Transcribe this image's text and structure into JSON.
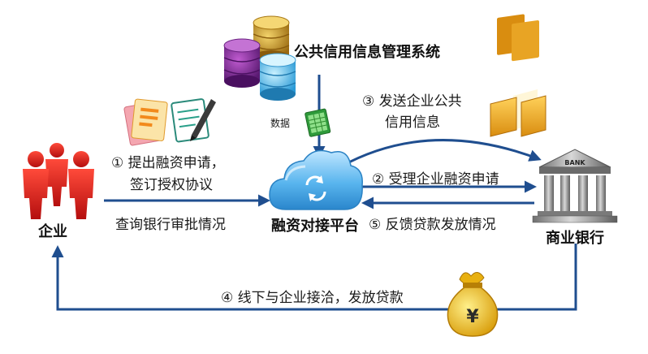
{
  "nodes": {
    "enterprise": "企业",
    "platform": "融资对接平台",
    "bank": "商业银行",
    "credit_system": "公共信用信息管理系统",
    "bank_sign": "BANK",
    "money_symbol": "¥"
  },
  "flows": {
    "data_label": "数据",
    "step1_line1": "① 提出融资申请，",
    "step1_line2": "签订授权协议",
    "query_label": "查询银行审批情况",
    "step2": "② 受理企业融资申请",
    "step3_line1": "③ 发送企业公共",
    "step3_line2": "信用信息",
    "step4": "④ 线下与企业接洽，发放贷款",
    "step5": "⑤ 反馈贷款发放情况"
  },
  "colors": {
    "arrow": "#1f4e8f",
    "people": "#d42020",
    "cloud": "#3aa3e6"
  }
}
